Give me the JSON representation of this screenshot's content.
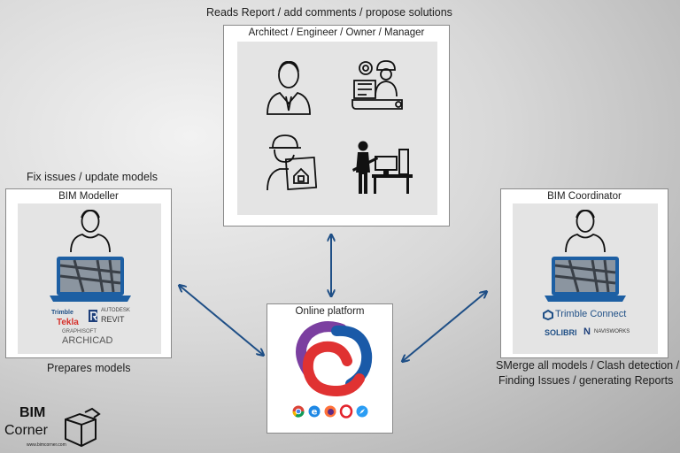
{
  "captions": {
    "top": "Reads Report / add comments / propose solutions",
    "left_top": "Fix issues / update models",
    "left_bottom": "Prepares models",
    "right_bottom_1": "SMerge all models / Clash detection /",
    "right_bottom_2": "Finding Issues / generating Reports"
  },
  "cards": {
    "stakeholders": {
      "title": "Architect / Engineer / Owner / Manager"
    },
    "modeller": {
      "title": "BIM Modeller",
      "software": {
        "trimble": "Trimble",
        "tekla": "Tekla",
        "autodesk": "AUTODESK",
        "revit": "REVIT",
        "graphisoft": "GRAPHISOFT",
        "archicad": "ARCHICAD"
      }
    },
    "coordinator": {
      "title": "BIM Coordinator",
      "software": {
        "trimble_connect": "Trimble Connect",
        "solibri": "SOLIBRI",
        "navisworks": "NAVISWORKS"
      }
    },
    "platform": {
      "title": "Online platform"
    }
  },
  "logo": {
    "line1": "BIM",
    "line2": "Corner",
    "url": "www.bimcorner.com"
  },
  "icons": {
    "stakeholders": [
      "businessman-icon",
      "engineer-with-blueprint-icon",
      "architect-with-building-plan-icon",
      "worker-at-computer-desk-icon"
    ],
    "browsers": [
      "chrome-icon",
      "edge-icon",
      "firefox-icon",
      "opera-icon",
      "safari-icon"
    ]
  },
  "colors": {
    "arrow": "#1f4f86",
    "laptop": "#1d5fa3",
    "tekla": "#d6312b"
  }
}
